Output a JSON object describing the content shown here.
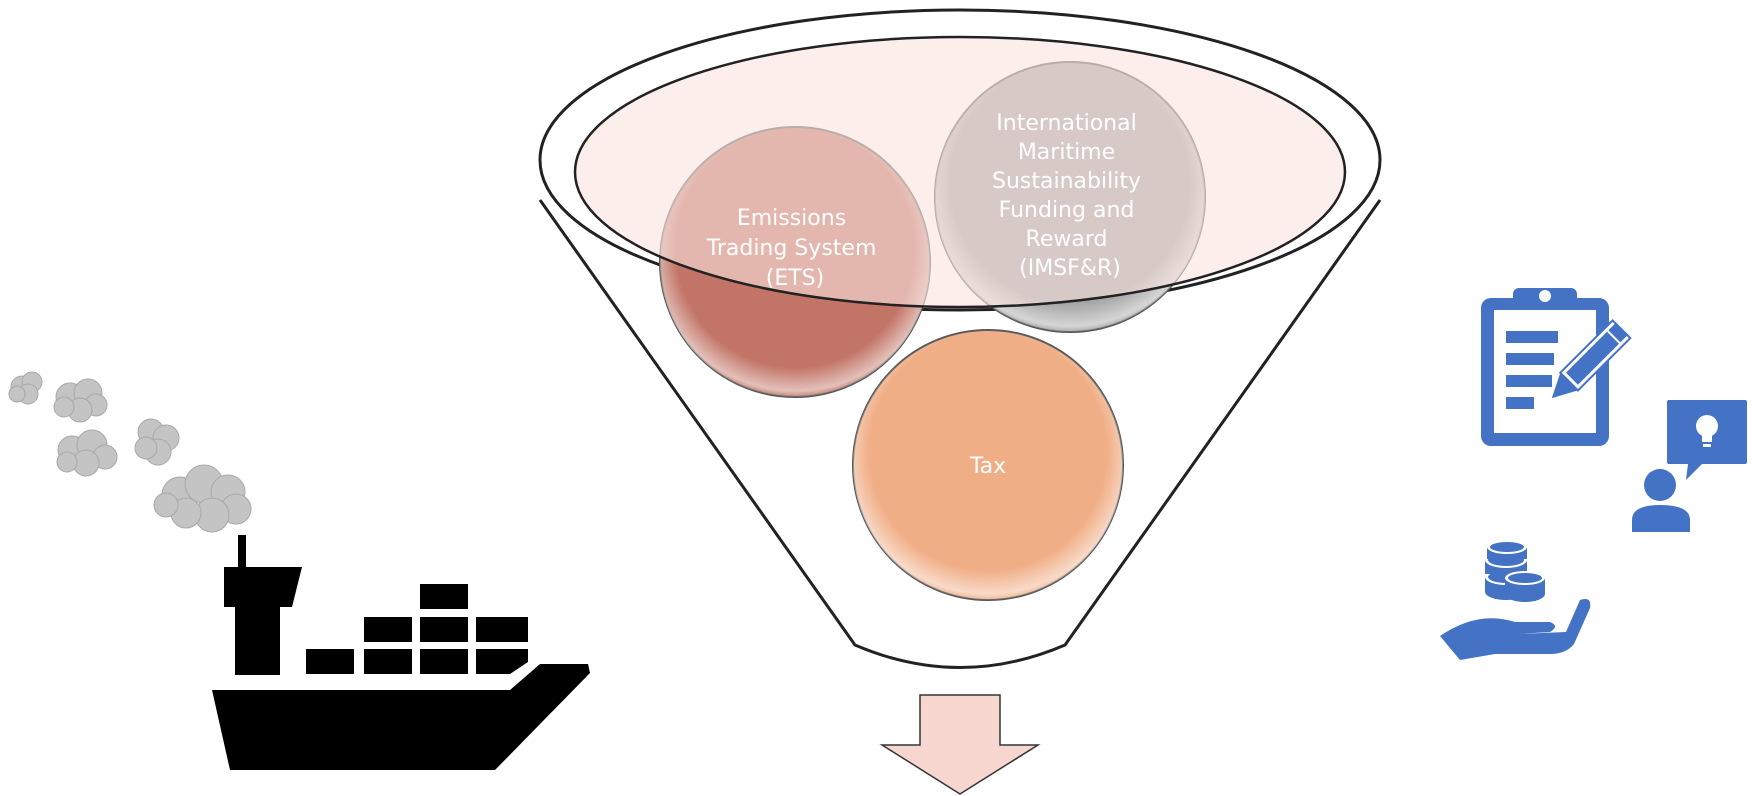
{
  "circles": {
    "ets": {
      "lines": [
        "Emissions",
        "Trading System",
        "(ETS)"
      ],
      "color": "#c27466"
    },
    "imsfr": {
      "lines": [
        "International",
        "Maritime",
        "Sustainability",
        "Funding and",
        "Reward",
        "(IMSF&R)"
      ],
      "color": "#a3a3a3"
    },
    "tax": {
      "lines": [
        "Tax"
      ],
      "color": "#f0ae86"
    }
  },
  "colors": {
    "funnel_fill": "#f8e3de",
    "arrow_fill": "#f8d6d0",
    "smoke": "#c4c4c4",
    "ship": "#000000",
    "icons": "#4472c4"
  },
  "icons": [
    "cargo-ship-icon",
    "smoke-cloud-icon",
    "clipboard-pencil-icon",
    "person-idea-icon",
    "hand-coins-icon"
  ]
}
